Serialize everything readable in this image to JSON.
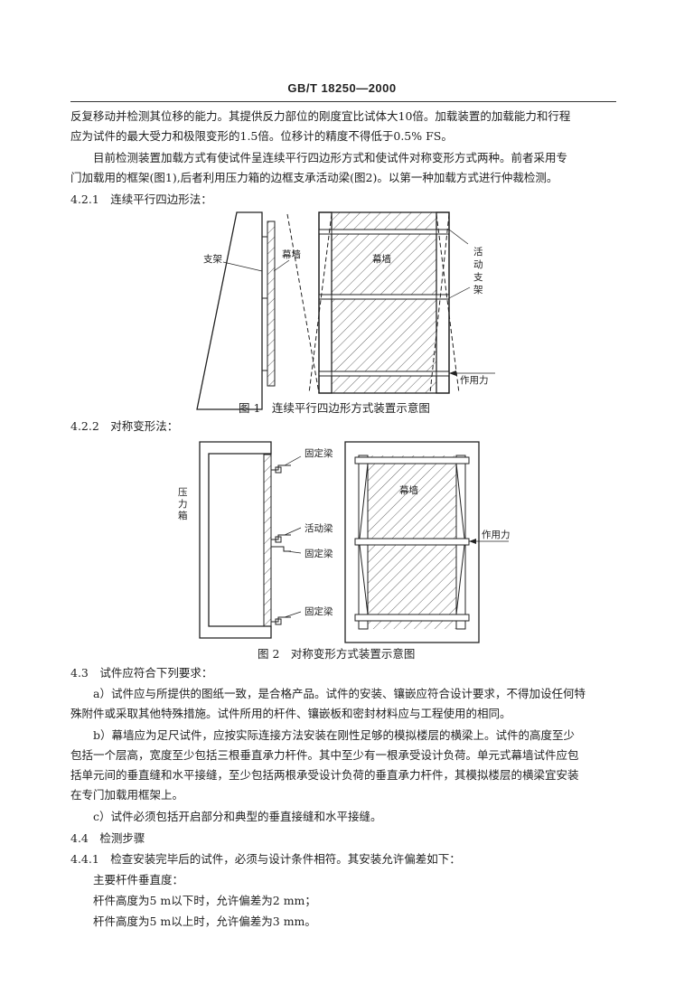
{
  "header": {
    "standard": "GB/T 18250—2000"
  },
  "paragraphs": {
    "p1_l1": "反复移动并检测其位移的能力。其提供反力部位的刚度宜比试体大10倍。加载装置的加载能力和行程",
    "p1_l2": "应为试件的最大受力和极限变形的1.5倍。位移计的精度不得低于0.5% FS。",
    "p2_l1": "目前检测装置加载方式有使试件呈连续平行四边形方式和使试件对称变形方式两种。前者采用专",
    "p2_l2": "门加载用的框架(图1),后者利用压力箱的边框支承活动梁(图2)。以第一种加载方式进行仲裁检测。",
    "s421": "4.2.1　连续平行四边形法：",
    "s422": "4.2.2　对称变形法：",
    "s43": "4.3　试件应符合下列要求：",
    "a_l1": "a）试件应与所提供的图纸一致，是合格产品。试件的安装、镶嵌应符合设计要求，不得加设任何特",
    "a_l2": "殊附件或采取其他特殊措施。试件所用的杆件、镶嵌板和密封材料应与工程使用的相同。",
    "b_l1": "b）幕墙应为足尺试件，应按实际连接方法安装在刚性足够的模拟楼层的横梁上。试件的高度至少",
    "b_l2": "包括一个层高，宽度至少包括三根垂直承力杆件。其中至少有一根承受设计负荷。单元式幕墙试件应包",
    "b_l3": "括单元间的垂直缝和水平接缝，至少包括两根承受设计负荷的垂直承力杆件，其模拟楼层的横梁宜安装",
    "b_l4": "在专门加载用框架上。",
    "c_l1": "c）试件必须包括开启部分和典型的垂直接缝和水平接缝。",
    "s44": "4.4　检测步骤",
    "s441": "4.4.1　检查安装完毕后的试件，必须与设计条件相符。其安装允许偏差如下：",
    "d_l1": "主要杆件垂直度：",
    "d_l2": "杆件高度为5 m以下时，允许偏差为2 mm；",
    "d_l3": "杆件高度为5 m以上时，允许偏差为3 mm。"
  },
  "figure1": {
    "caption": "图 1　连续平行四边形方式装置示意图",
    "label_support": "支架",
    "label_wall_side": "幕墙",
    "label_wall_front": "幕墙",
    "label_movable_1": "活",
    "label_movable_2": "动",
    "label_movable_3": "支",
    "label_movable_4": "架",
    "label_force": "作用力"
  },
  "figure2": {
    "caption": "图 2　对称变形方式装置示意图",
    "label_box_1": "压",
    "label_box_2": "力",
    "label_box_3": "箱",
    "label_fixed_top": "固定梁",
    "label_movable": "活动梁",
    "label_fixed_mid": "固定梁",
    "label_fixed_bottom": "固定梁",
    "label_wall": "幕墙",
    "label_force": "作用力"
  }
}
